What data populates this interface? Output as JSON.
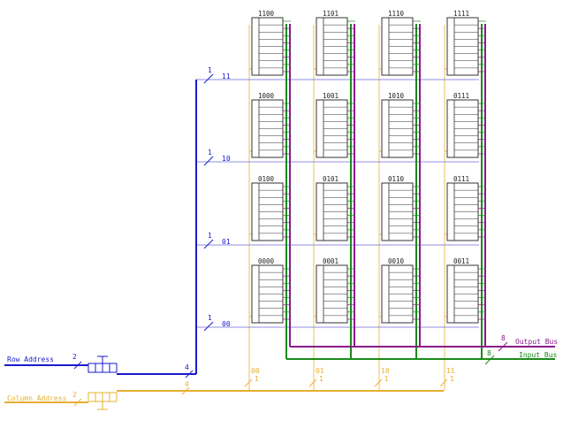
{
  "colors": {
    "row": "#1a1acc",
    "column": "#e8b030",
    "output": "#8a1a8a",
    "input": "#1a8a1a",
    "chip": "#333333",
    "grid_line": "#6a6ad8"
  },
  "chips": [
    {
      "row": 0,
      "col": 0,
      "label": "1100"
    },
    {
      "row": 0,
      "col": 1,
      "label": "1101"
    },
    {
      "row": 0,
      "col": 2,
      "label": "1110"
    },
    {
      "row": 0,
      "col": 3,
      "label": "1111"
    },
    {
      "row": 1,
      "col": 0,
      "label": "1000"
    },
    {
      "row": 1,
      "col": 1,
      "label": "1001"
    },
    {
      "row": 1,
      "col": 2,
      "label": "1010"
    },
    {
      "row": 1,
      "col": 3,
      "label": "0111"
    },
    {
      "row": 2,
      "col": 0,
      "label": "0100"
    },
    {
      "row": 2,
      "col": 1,
      "label": "0101"
    },
    {
      "row": 2,
      "col": 2,
      "label": "0110"
    },
    {
      "row": 2,
      "col": 3,
      "label": "0111"
    },
    {
      "row": 3,
      "col": 0,
      "label": "0000"
    },
    {
      "row": 3,
      "col": 1,
      "label": "0001"
    },
    {
      "row": 3,
      "col": 2,
      "label": "0010"
    },
    {
      "row": 3,
      "col": 3,
      "label": "0011"
    }
  ],
  "row_lines": [
    {
      "code": "11",
      "width": "1"
    },
    {
      "code": "10",
      "width": "1"
    },
    {
      "code": "01",
      "width": "1"
    },
    {
      "code": "00",
      "width": "1"
    }
  ],
  "col_lines": [
    {
      "code": "00",
      "width": "1"
    },
    {
      "code": "01",
      "width": "1"
    },
    {
      "code": "10",
      "width": "1"
    },
    {
      "code": "11",
      "width": "1"
    }
  ],
  "buses": {
    "row_address_label": "Row Address",
    "row_address_width": "2",
    "row_decoded_width": "4",
    "column_address_label": "Column Address",
    "column_address_width": "2",
    "column_decoded_width": "4",
    "output_bus_label": "Output Bus",
    "output_bus_width": "8",
    "input_bus_label": "Input Bus",
    "input_bus_width": "8"
  }
}
